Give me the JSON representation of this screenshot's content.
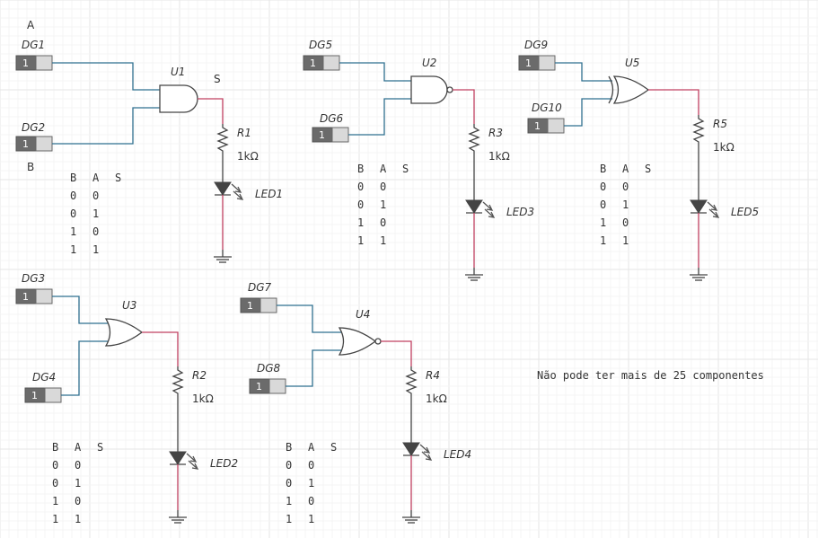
{
  "input_labels": {
    "a": "A",
    "b": "B",
    "s": "S"
  },
  "switch_value": "1",
  "resistor_value": "1kΩ",
  "switches": {
    "dg1": "DG1",
    "dg2": "DG2",
    "dg3": "DG3",
    "dg4": "DG4",
    "dg5": "DG5",
    "dg6": "DG6",
    "dg7": "DG7",
    "dg8": "DG8",
    "dg9": "DG9",
    "dg10": "DG10"
  },
  "gates": {
    "u1": "U1",
    "u2": "U2",
    "u3": "U3",
    "u4": "U4",
    "u5": "U5"
  },
  "resistors": {
    "r1": "R1",
    "r2": "R2",
    "r3": "R3",
    "r4": "R4",
    "r5": "R5"
  },
  "leds": {
    "led1": "LED1",
    "led2": "LED2",
    "led3": "LED3",
    "led4": "LED4",
    "led5": "LED5"
  },
  "truth_table": {
    "header": [
      "B",
      "A",
      "S"
    ],
    "rows": [
      [
        "0",
        "0"
      ],
      [
        "0",
        "1"
      ],
      [
        "1",
        "0"
      ],
      [
        "1",
        "1"
      ]
    ]
  },
  "note": "Não pode ter mais de 25 componentes"
}
